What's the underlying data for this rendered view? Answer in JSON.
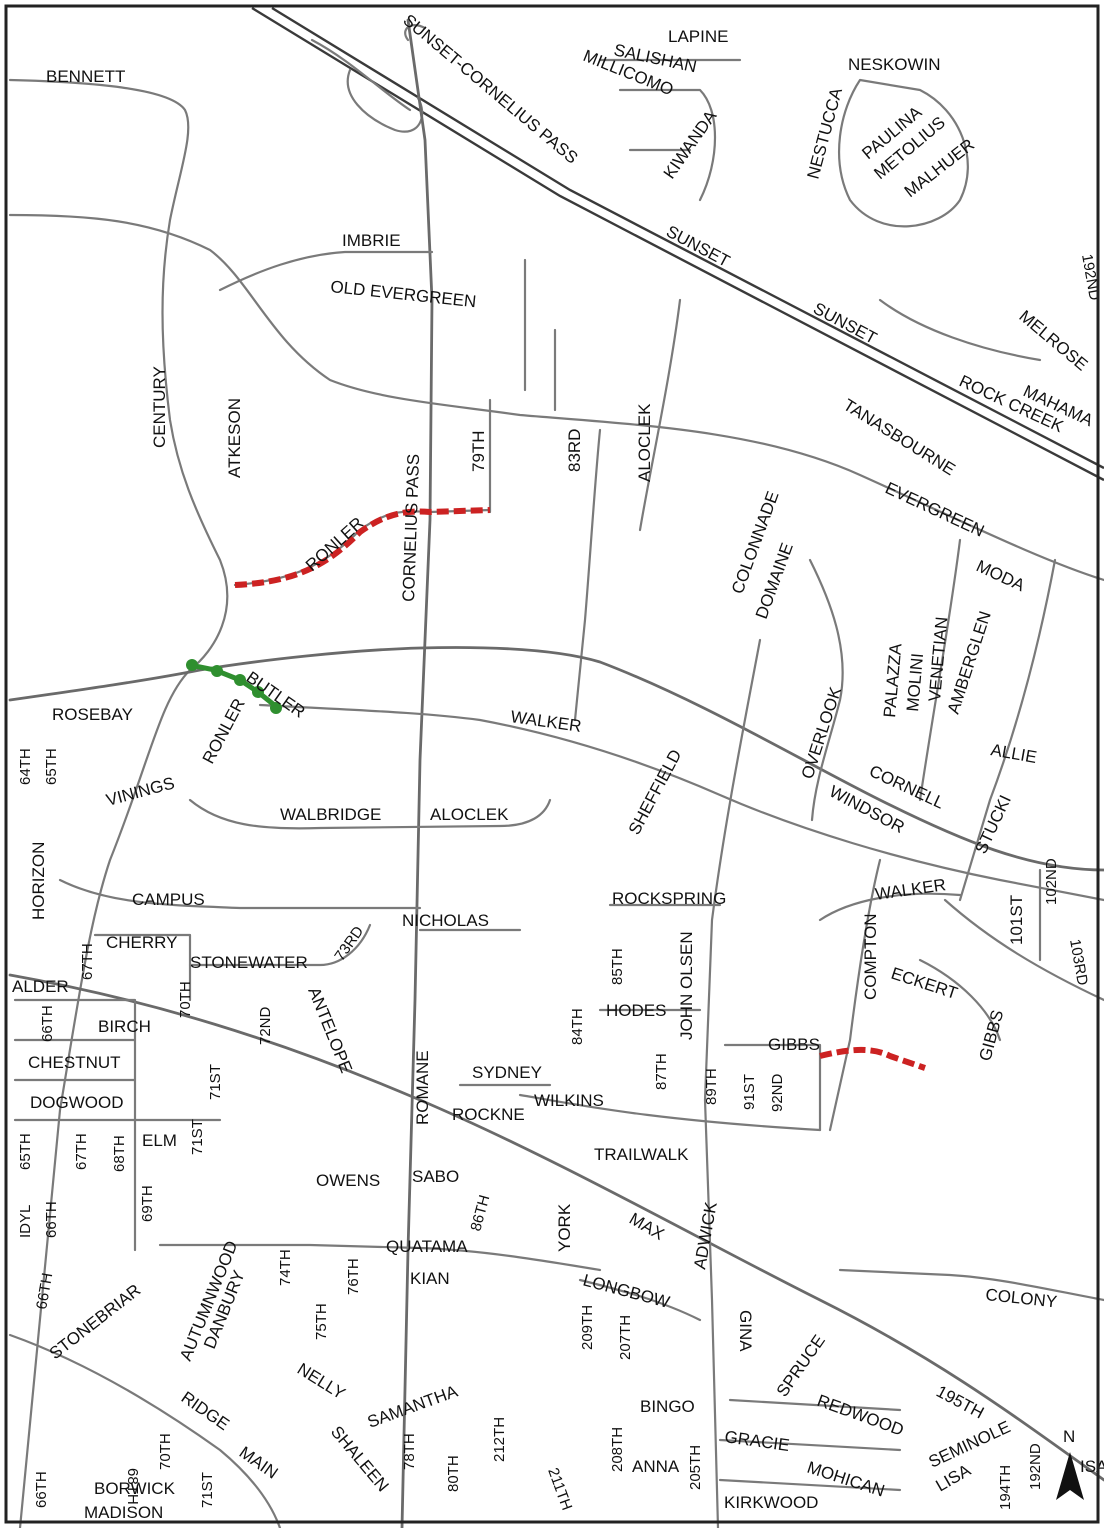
{
  "map": {
    "colors": {
      "proposed_segment": "#cc2222",
      "completed_segment": "#2f8f2f",
      "road": "#7a7a7a",
      "freeway": "#3a3a3a"
    },
    "north_label": "N",
    "streets": {
      "bennett": "BENNETT",
      "sunset_cornelius_pass": "SUNSET-CORNELIUS PASS",
      "lapine": "LAPINE",
      "salishan": "SALISHAN",
      "millicomo": "MILLICOMO",
      "kiwanda": "KIWANDA",
      "neskowin": "NESKOWIN",
      "nestucca": "NESTUCCA",
      "paulina": "PAULINA",
      "metolius": "METOLIUS",
      "malhuer": "MALHUER",
      "sunset_1": "SUNSET",
      "sunset_2": "SUNSET",
      "s192nd_top": "192ND",
      "melrose": "MELROSE",
      "mahama": "MAHAMA",
      "rock_creek": "ROCK CREEK",
      "imbrie": "IMBRIE",
      "old_evergreen": "OLD EVERGREEN",
      "century": "CENTURY",
      "atkeson": "ATKESON",
      "cornelius_pass": "CORNELIUS PASS",
      "s79th": "79TH",
      "s83rd": "83RD",
      "aloclek_n": "ALOCLEK",
      "tanasbourne": "TANASBOURNE",
      "evergreen": "EVERGREEN",
      "colonnade": "COLONNADE",
      "domaine": "DOMAINE",
      "moda": "MODA",
      "ronler_n": "RONLER",
      "rosebay": "ROSEBAY",
      "butler": "BUTLER",
      "ronler_s": "RONLER",
      "walker_w": "WALKER",
      "palazza": "PALAZZA",
      "molini": "MOLINI",
      "venetian": "VENETIAN",
      "amberglen": "AMBERGLEN",
      "overlook": "OVERLOOK",
      "allie": "ALLIE",
      "s64th": "64TH",
      "s65th_n": "65TH",
      "vinings": "VININGS",
      "walbridge": "WALBRIDGE",
      "aloclek_s": "ALOCLEK",
      "sheffield": "SHEFFIELD",
      "cornell": "CORNELL",
      "windsor": "WINDSOR",
      "stucki": "STUCKI",
      "horizon": "HORIZON",
      "campus": "CAMPUS",
      "nicholas": "NICHOLAS",
      "rockspring": "ROCKSPRING",
      "walker_e": "WALKER",
      "s101st": "101ST",
      "s102nd": "102ND",
      "cherry": "CHERRY",
      "s67th_n": "67TH",
      "stonewater": "STONEWATER",
      "s73rd": "73RD",
      "s85th": "85TH",
      "john_olsen": "JOHN OLSEN",
      "compton": "COMPTON",
      "eckert": "ECKERT",
      "s103rd": "103RD",
      "alder": "ALDER",
      "s70th_n": "70TH",
      "s66th_n": "66TH",
      "birch": "BIRCH",
      "s72nd": "72ND",
      "antelope": "ANTELOPE",
      "s84th": "84TH",
      "hodes": "HODES",
      "gibbs_w": "GIBBS",
      "gibbs_e": "GIBBS",
      "chestnut": "CHESTNUT",
      "s71st_n": "71ST",
      "romane": "ROMANE",
      "sydney": "SYDNEY",
      "s87th": "87TH",
      "s89th": "89TH",
      "s91st": "91ST",
      "s92nd": "92ND",
      "dogwood": "DOGWOOD",
      "rockne": "ROCKNE",
      "wilkins": "WILKINS",
      "s65th_s": "65TH",
      "s67th_s": "67TH",
      "s68th": "68TH",
      "elm": "ELM",
      "s71st_s": "71ST",
      "trailwalk": "TRAILWALK",
      "owens": "OWENS",
      "sabo": "SABO",
      "s69th": "69TH",
      "s86th": "86TH",
      "york": "YORK",
      "max": "MAX",
      "adwick": "ADWICK",
      "idyl": "IDYL",
      "s66th_m": "66TH",
      "quatama": "QUATAMA",
      "autumnwood": "AUTUMNWOOD",
      "danbury": "DANBURY",
      "s74th": "74TH",
      "s76th": "76TH",
      "kian": "KIAN",
      "longbow": "LONGBOW",
      "colony": "COLONY",
      "s66th_s": "66TH",
      "stonebriar": "STONEBRIAR",
      "s75th": "75TH",
      "s209th": "209TH",
      "s207th": "207TH",
      "gina": "GINA",
      "spruce": "SPRUCE",
      "nelly": "NELLY",
      "bingo": "BINGO",
      "redwood": "REDWOOD",
      "s195th": "195TH",
      "ridge": "RIDGE",
      "samantha": "SAMANTHA",
      "shaleen": "SHALEEN",
      "s78th": "78TH",
      "s80th": "80TH",
      "s212th": "212TH",
      "s208th": "208TH",
      "gracie": "GRACIE",
      "seminole": "SEMINOLE",
      "s68th_s": "68TH",
      "s70th_s": "70TH",
      "main": "MAIN",
      "anna": "ANNA",
      "s205th": "205TH",
      "mohican": "MOHICAN",
      "lisa": "LISA",
      "s194th": "194TH",
      "s192nd_bot": "192ND",
      "s211th": "211TH",
      "isa": "ISA",
      "s66th_b": "66TH",
      "borwick": "BORWICK",
      "s71st_b": "71ST",
      "kirkwood": "KIRKWOOD",
      "madison": "MADISON"
    }
  }
}
